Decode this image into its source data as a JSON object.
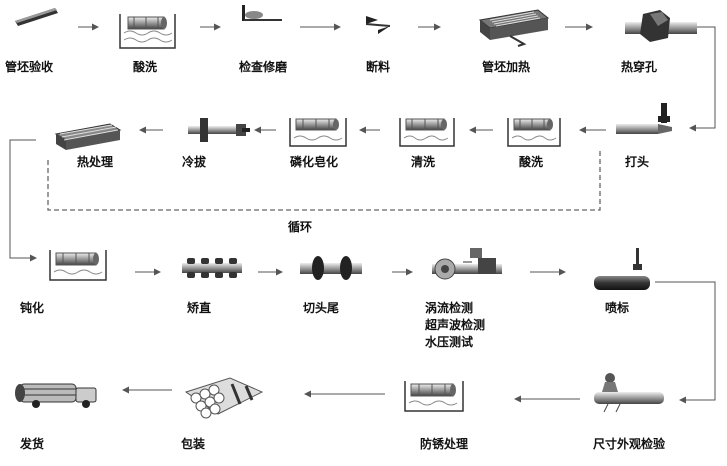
{
  "steps": {
    "s1": "管坯验收",
    "s2": "酸洗",
    "s3": "检查修磨",
    "s4": "断料",
    "s5": "管坯加热",
    "s6": "热穿孔",
    "s7": "打头",
    "s8": "酸洗",
    "s9": "清洗",
    "s10": "磷化皂化",
    "s11": "冷拔",
    "s12": "热处理",
    "s13": "钝化",
    "s14": "矫直",
    "s15": "切头尾",
    "s16": [
      "涡流检测",
      "超声波检测",
      "水压测试"
    ],
    "s17": "喷标",
    "s18": "尺寸外观检验",
    "s19": "防锈处理",
    "s20": "包装",
    "s21": "发货"
  },
  "loop_label": "循环",
  "colors": {
    "line": "#555555",
    "dark": "#222222",
    "mid": "#888888",
    "light": "#cfcfcf"
  }
}
